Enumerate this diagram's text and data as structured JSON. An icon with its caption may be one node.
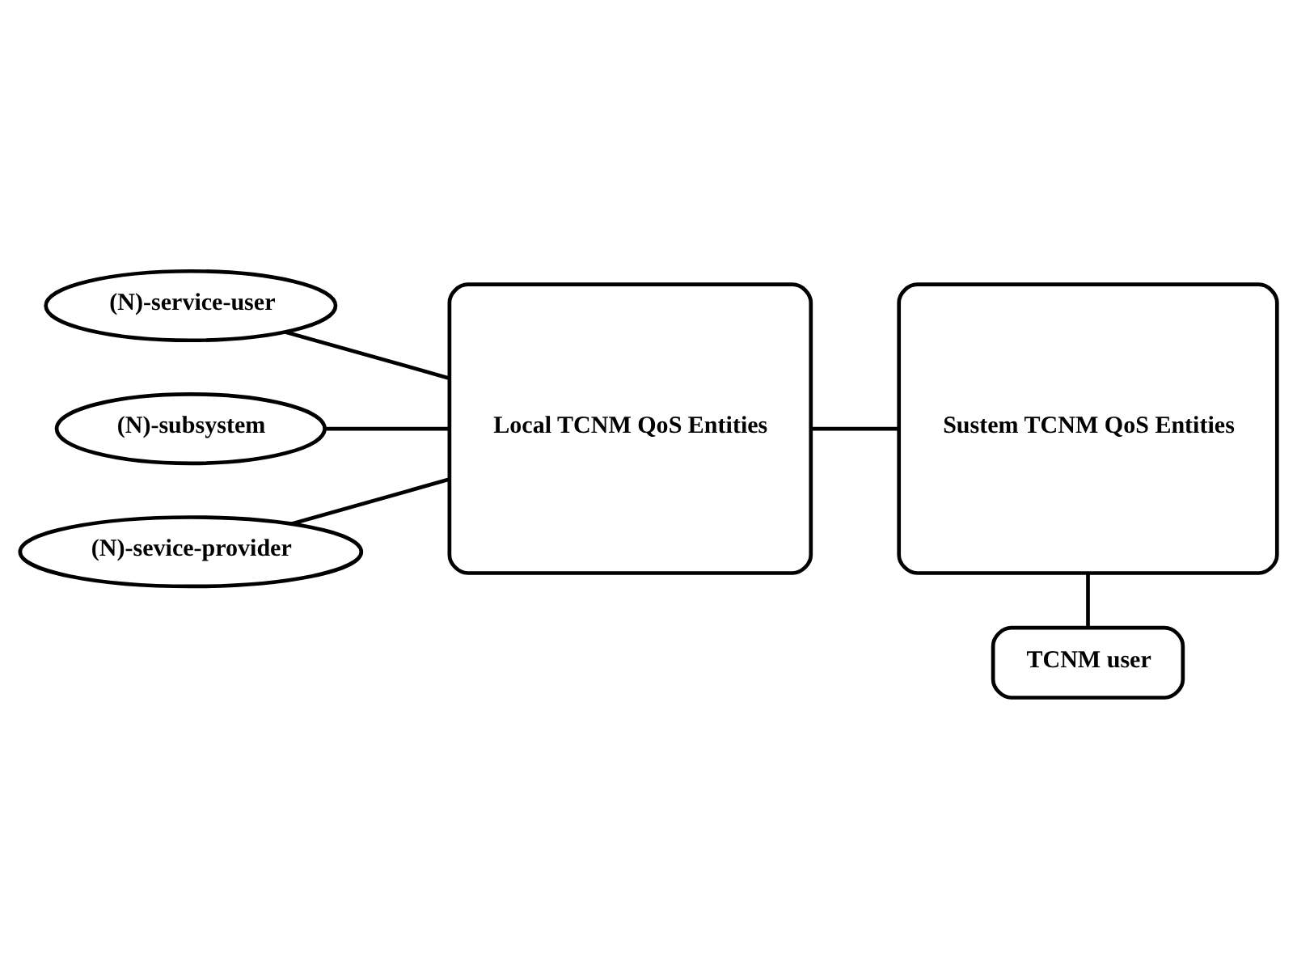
{
  "diagram": {
    "nodes": [
      {
        "text": [
          "TCNM user"
        ]
      },
      {
        "text": [
          "(N)-service-user"
        ]
      },
      {
        "text": [
          "(N)-subsystem"
        ]
      },
      {
        "text": [
          "(N)-sevice-provider"
        ]
      },
      {
        "text": [
          "Local TCNM QoS Entities"
        ]
      },
      {
        "text": [
          "Sustem TCNM QoS Entities"
        ]
      }
    ],
    "edges": [
      {
        "from": 5,
        "to": 0,
        "arrow": "none"
      },
      {
        "from": 1,
        "to": 4,
        "arrow": "none"
      },
      {
        "from": 2,
        "to": 4,
        "arrow": "none"
      },
      {
        "from": 3,
        "to": 4,
        "arrow": "none"
      },
      {
        "from": 4,
        "to": 5,
        "arrow": "none"
      }
    ]
  }
}
